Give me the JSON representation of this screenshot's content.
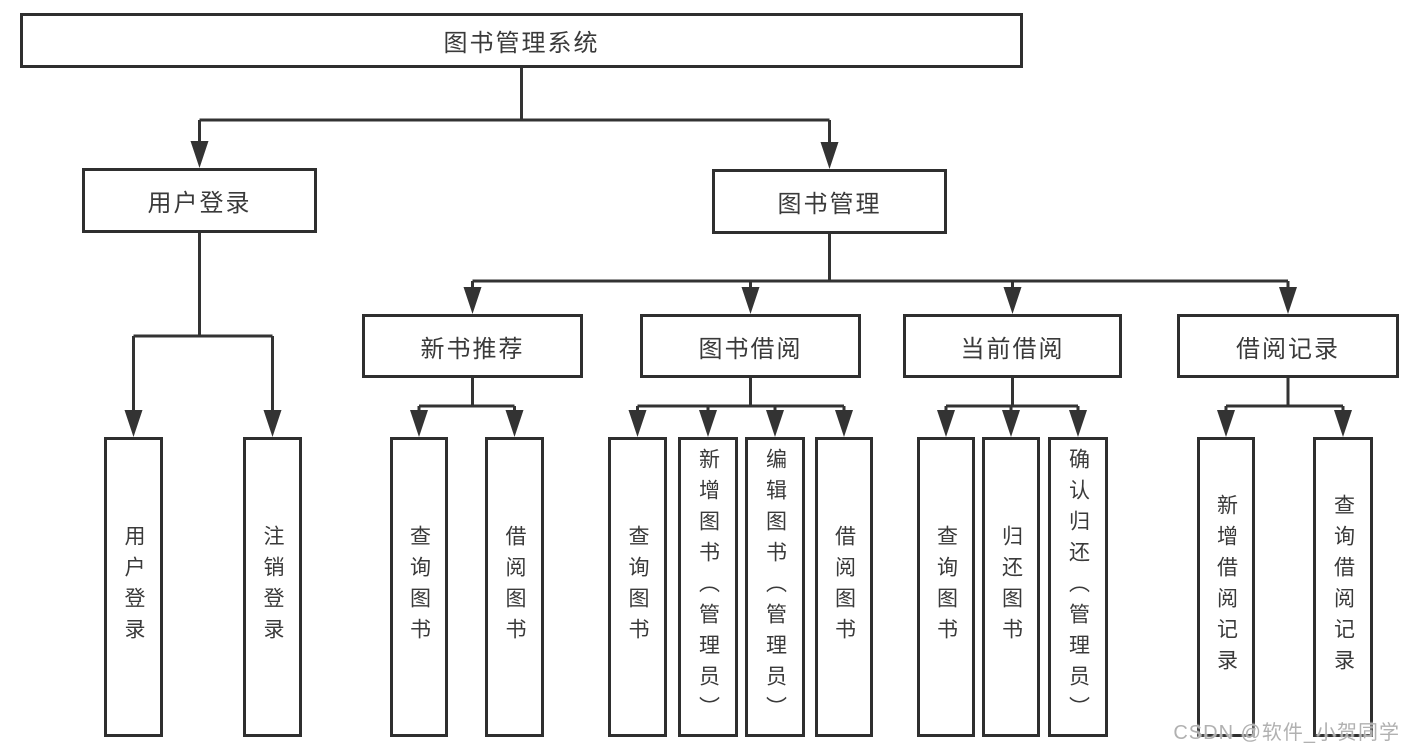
{
  "diagram": {
    "type": "hierarchy-tree",
    "root": {
      "label": "图书管理系统",
      "children": [
        {
          "label": "用户登录",
          "children": [
            {
              "label": "用户登录"
            },
            {
              "label": "注销登录"
            }
          ]
        },
        {
          "label": "图书管理",
          "children": [
            {
              "label": "新书推荐",
              "children": [
                {
                  "label": "查询图书"
                },
                {
                  "label": "借阅图书"
                }
              ]
            },
            {
              "label": "图书借阅",
              "children": [
                {
                  "label": "查询图书"
                },
                {
                  "label": "新增图书（管理员）"
                },
                {
                  "label": "编辑图书（管理员）"
                },
                {
                  "label": "借阅图书"
                }
              ]
            },
            {
              "label": "当前借阅",
              "children": [
                {
                  "label": "查询图书"
                },
                {
                  "label": "归还图书"
                },
                {
                  "label": "确认归还（管理员）"
                }
              ]
            },
            {
              "label": "借阅记录",
              "children": [
                {
                  "label": "新增借阅记录"
                },
                {
                  "label": "查询借阅记录"
                }
              ]
            }
          ]
        }
      ]
    },
    "colors": {
      "background": "#ffffff",
      "box_border": "#2f2f2f",
      "connector_line": "#333333",
      "text": "#3a3a3a",
      "watermark_text": "#9e9e9e"
    }
  },
  "watermark": {
    "text": "CSDN @软件_小贺同学"
  }
}
